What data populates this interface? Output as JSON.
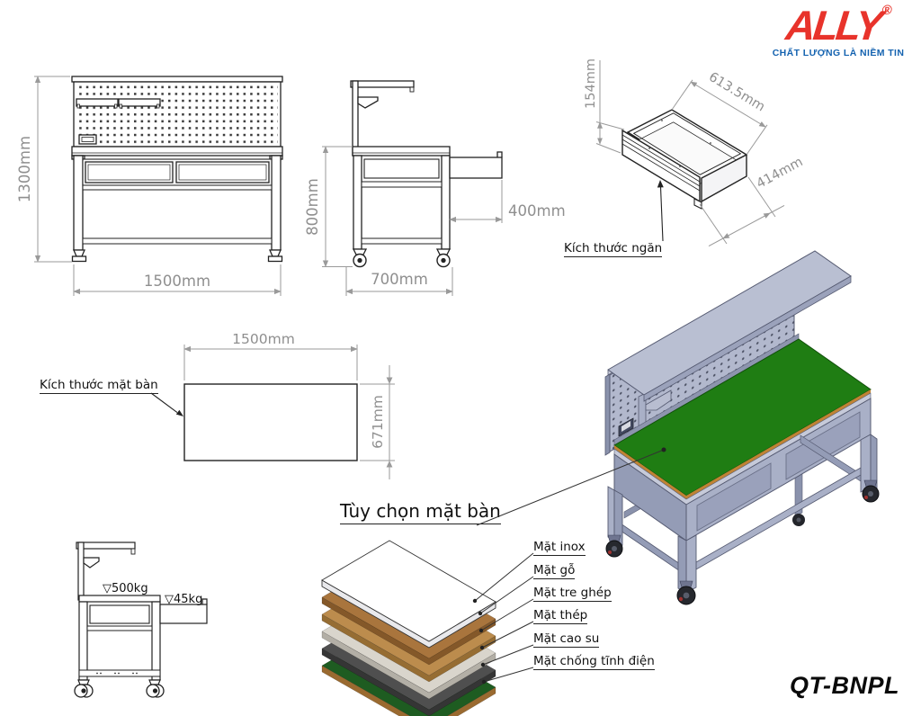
{
  "logo": {
    "brand": "ALLY",
    "registered": "®",
    "tagline": "CHẤT LƯỢNG LÀ NIỀM TIN",
    "brand_color": "#e8332b",
    "tagline_color": "#1563b0"
  },
  "model_code": "QT-BNPL",
  "views": {
    "front": {
      "height_dim": "1300mm",
      "width_dim": "1500mm"
    },
    "side": {
      "height_dim": "800mm",
      "depth_dim": "700mm",
      "extension_dim": "400mm"
    },
    "drawer": {
      "label": "Kích thước ngăn",
      "height_dim": "154mm",
      "width_dim": "613.5mm",
      "depth_dim": "414mm"
    },
    "tabletop": {
      "label": "Kích thước mặt bàn",
      "width_dim": "1500mm",
      "depth_dim": "671mm"
    },
    "load": {
      "tabletop_capacity": "▽500kg",
      "extension_capacity": "▽45kg"
    }
  },
  "tabletop_options": {
    "title": "Tùy chọn mặt bàn",
    "layers": [
      {
        "label": "Mặt inox",
        "top_color": "#ffffff",
        "edge_color": "#e9e9ec"
      },
      {
        "label": "Mặt gỗ",
        "top_color": "#a9753d",
        "edge_color": "#845829"
      },
      {
        "label": "Mặt tre ghép",
        "top_color": "#bc8c4d",
        "edge_color": "#966d33"
      },
      {
        "label": "Mặt thép",
        "top_color": "#d9d5cc",
        "edge_color": "#b3afa6"
      },
      {
        "label": "Mặt cao su",
        "top_color": "#4f4f4f",
        "edge_color": "#353535"
      },
      {
        "label": "Mặt chống tĩnh điện",
        "top_color": "#1e5c21",
        "edge_color": "#9a6a30"
      }
    ]
  },
  "colors": {
    "bench_green": "#1f7d13",
    "edge_trim": "#c08334",
    "bench_body": "#a9b0c7",
    "bench_shade": "#949cb6",
    "dimension": "#8f8f8f",
    "line": "#222222"
  }
}
